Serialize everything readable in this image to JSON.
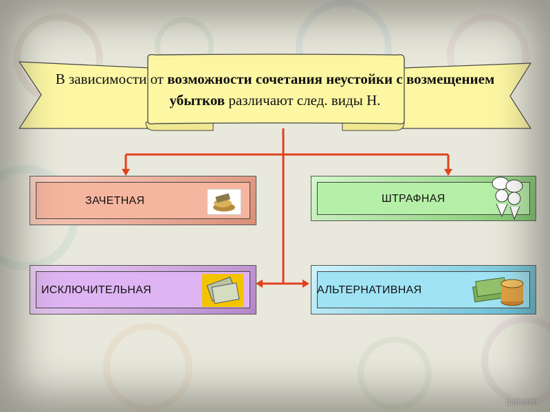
{
  "banner": {
    "part1": "В зависимости от ",
    "bold1": "возможности сочетания неустойки с возмещением убытков",
    "part2": " различают след. виды Н."
  },
  "boxes": [
    {
      "id": "zachetnaya",
      "label": "ЗАЧЕТНАЯ",
      "color": "#f6b59e"
    },
    {
      "id": "shtrafnaya",
      "label": "ШТРАФНАЯ",
      "color": "#b6f0a8"
    },
    {
      "id": "isklyuchitelnaya",
      "label": "ИСКЛЮЧИТЕЛЬНАЯ",
      "color": "#dfb4f2"
    },
    {
      "id": "alternativnaya",
      "label": "АЛЬТЕРНАТИВНАЯ",
      "color": "#9fe3f5"
    }
  ],
  "colors": {
    "connector": "#e0401c",
    "banner": "#fdf7a4"
  },
  "footer": {
    "text": "fppt.com"
  }
}
